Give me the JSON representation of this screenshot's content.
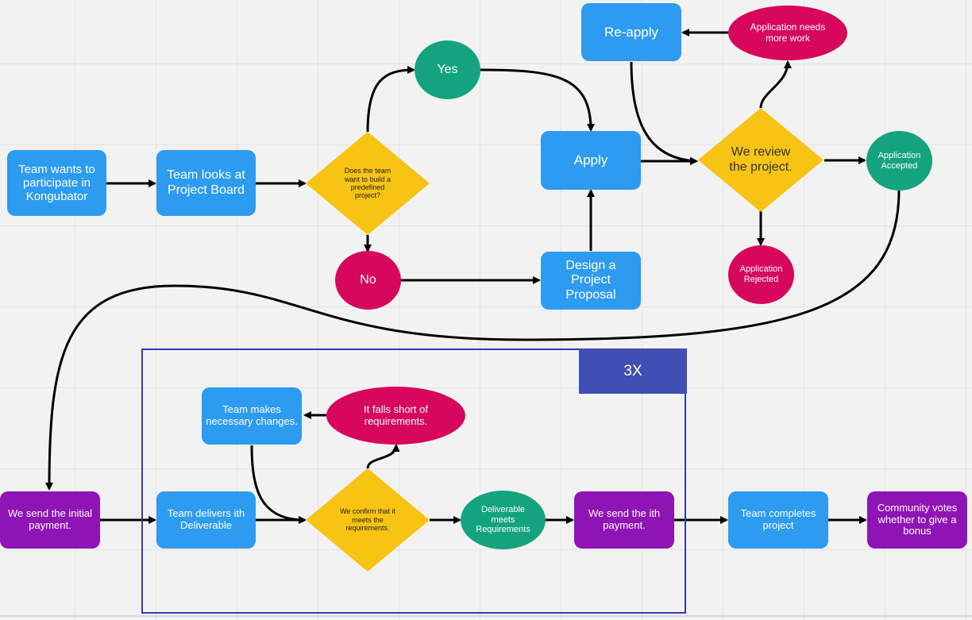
{
  "colors": {
    "process": "#2d9bf0",
    "payment": "#8e14b5",
    "negative": "#d6075c",
    "positive": "#14a37f",
    "decision": "#f7c414",
    "loop_border": "#2f3fa8",
    "loop_label_bg": "#3f4fb3",
    "connector": "#000000"
  },
  "nodes": {
    "team_wants": "Team wants to participate in Kongubator",
    "team_looks": "Team looks at Project Board",
    "decision_predefined": "Does the team want to build a predefined project?",
    "yes": "Yes",
    "no": "No",
    "apply": "Apply",
    "design_proposal": "Design a Project Proposal",
    "reapply": "Re-apply",
    "needs_more_work": "Application needs more work",
    "review": "We review the project.",
    "accepted": "Application Accepted",
    "rejected": "Application Rejected",
    "initial_payment": "We send the initial payment.",
    "team_delivers": "Team delivers ith Deliverable",
    "team_changes": "Team makes necessary changes.",
    "falls_short": "It falls short of requirements.",
    "confirm": "We confirm that it meets the requirements.",
    "meets": "Deliverable meets Requirements",
    "ith_payment": "We send the ith payment.",
    "completes": "Team completes project",
    "community_votes": "Community votes whether to give a bonus"
  },
  "loop": {
    "label": "3X"
  }
}
